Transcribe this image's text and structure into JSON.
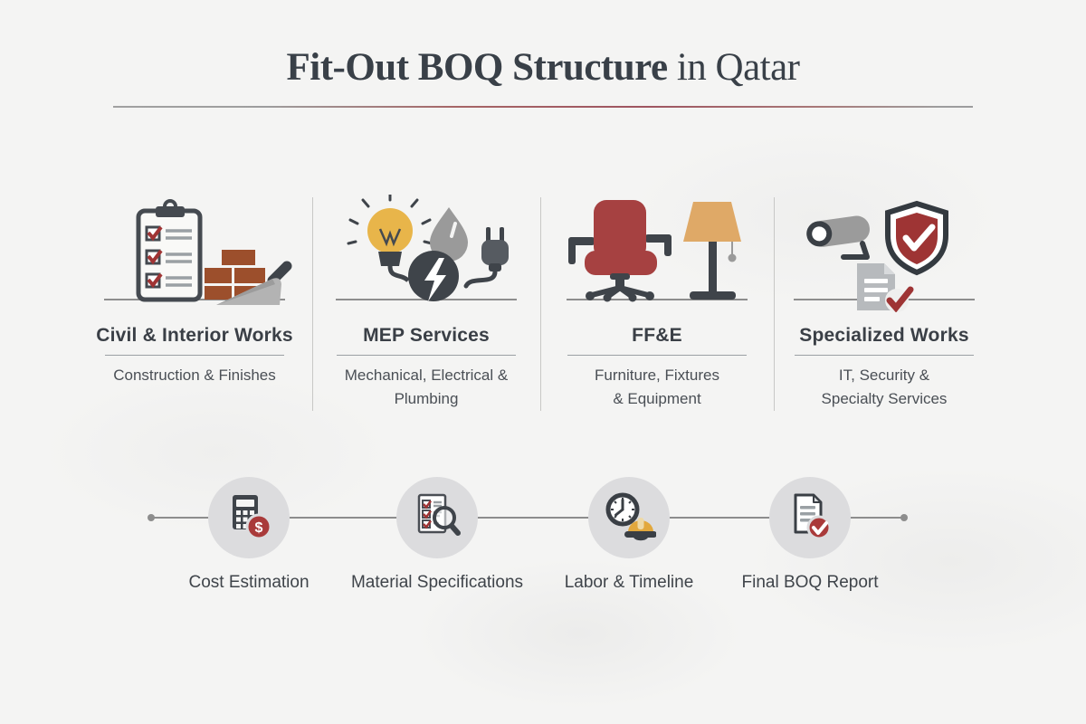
{
  "title": {
    "main": "Fit-Out BOQ Structure",
    "suffix": " in Qatar"
  },
  "categories": [
    {
      "title": "Civil & Interior Works",
      "subtitle": "Construction & Finishes",
      "icon": "clipboard-bricks-trowel-icon"
    },
    {
      "title": "MEP Services",
      "subtitle": "Mechanical, Electrical & Plumbing",
      "icon": "lightbulb-waterdrop-plug-icon"
    },
    {
      "title": "FF&E",
      "subtitle": "Furniture, Fixtures\n& Equipment",
      "icon": "office-chair-lamp-icon"
    },
    {
      "title": "Specialized Works",
      "subtitle": "IT, Security &\nSpecialty Services",
      "icon": "cctv-shield-checklist-icon"
    }
  ],
  "process": {
    "steps": [
      {
        "label": "Cost Estimation",
        "icon": "calculator-dollar-icon"
      },
      {
        "label": "Material Specifications",
        "icon": "checklist-magnifier-icon"
      },
      {
        "label": "Labor & Timeline",
        "icon": "clock-hardhat-icon"
      },
      {
        "label": "Final BOQ Report",
        "icon": "document-check-icon"
      }
    ],
    "dollar_glyph": "$"
  },
  "colors": {
    "background": "#f4f4f3",
    "text_dark": "#3a3f46",
    "text_medium": "#4a4f55",
    "accent_red": "#a03c3c",
    "brick": "#9c4f2c",
    "amber": "#e8b54a",
    "hardhat_gold": "#e2a83d",
    "icon_gray": "#9b9b9b",
    "icon_dark": "#3f444a",
    "circle_bg": "#dcdcde",
    "line_gray": "#8d8d8d"
  }
}
